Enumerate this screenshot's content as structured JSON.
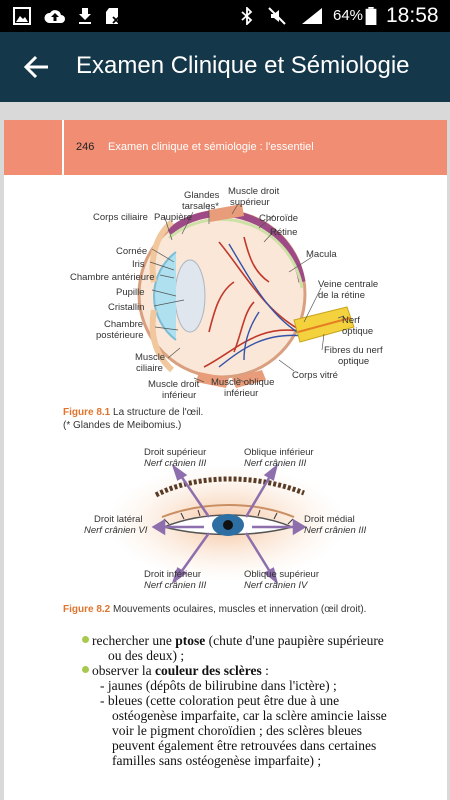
{
  "status_bar": {
    "icons": [
      "gallery-icon",
      "cloud-upload-icon",
      "download-icon",
      "no-sd-card-icon",
      "bluetooth-icon",
      "mute-icon",
      "signal-icon",
      "battery-icon"
    ],
    "battery_percent": "64%",
    "time": "18:58"
  },
  "app_bar": {
    "title": "Examen Clinique et Sémiologie"
  },
  "page": {
    "header": {
      "number": "246",
      "title": "Examen clinique et sémiologie : l'essentiel"
    },
    "figure1": {
      "labels": {
        "glandes": "Glandes",
        "tarsales": "tarsales*",
        "muscle_droit_sup_1": "Muscle droit",
        "muscle_droit_sup_2": "supérieur",
        "corps_ciliaire": "Corps ciliaire",
        "paupiere": "Paupière",
        "choroide": "Choroïde",
        "retine": "Rétine",
        "cornee": "Cornée",
        "iris": "Iris",
        "chambre_ant": "Chambre antérieure",
        "macula": "Macula",
        "veine_1": "Veine centrale",
        "veine_2": "de la rétine",
        "pupille": "Pupille",
        "cristallin": "Cristallin",
        "nerf_1": "Nerf",
        "nerf_2": "optique",
        "chambre_post_1": "Chambre",
        "chambre_post_2": "postérieure",
        "fibres_1": "Fibres du nerf",
        "fibres_2": "optique",
        "muscle_ciliaire_1": "Muscle",
        "muscle_ciliaire_2": "ciliaire",
        "corps_vitre": "Corps vitré",
        "muscle_droit_inf_1": "Muscle droit",
        "muscle_droit_inf_2": "inférieur",
        "muscle_oblique_inf_1": "Muscle oblique",
        "muscle_oblique_inf_2": "inférieur"
      },
      "caption_label": "Figure 8.1",
      "caption_text": "La structure de l'œil.",
      "caption_note": "(* Glandes de Meibomius.)"
    },
    "figure2": {
      "labels": {
        "droit_sup": "Droit supérieur",
        "nerf_iii_1": "Nerf crânien III",
        "oblique_inf": "Oblique inférieur",
        "nerf_iii_2": "Nerf crânien III",
        "droit_lat": "Droit latéral",
        "nerf_vi": "Nerf crânien VI",
        "droit_med": "Droit médial",
        "nerf_iii_3": "Nerf crânien III",
        "droit_inf": "Droit inférieur",
        "nerf_iii_4": "Nerf crânien III",
        "oblique_sup": "Oblique supérieur",
        "nerf_iv": "Nerf crânien IV"
      },
      "caption_label": "Figure 8.2",
      "caption_text": "Mouvements oculaires, muscles et innervation (œil droit)."
    },
    "text": {
      "b1_pre": "rechercher une ",
      "b1_bold": "ptose",
      "b1_post": " (chute d'une paupière supérieure",
      "b1_l2": "ou des deux) ;",
      "b2_pre": "observer la ",
      "b2_bold": "couleur des sclères",
      "b2_post": " :",
      "s1": "- jaunes (dépôts de bilirubine dans l'ictère) ;",
      "s2_l1": "- bleues (cette coloration peut être due à une",
      "s2_l2": "ostéogenèse imparfaite, car la sclère amincie laisse",
      "s2_l3": "voir le pigment choroïdien ; des sclères bleues",
      "s2_l4": "peuvent également être retrouvées dans certaines",
      "s2_l5": "familles sans ostéogenèse imparfaite) ;"
    }
  }
}
